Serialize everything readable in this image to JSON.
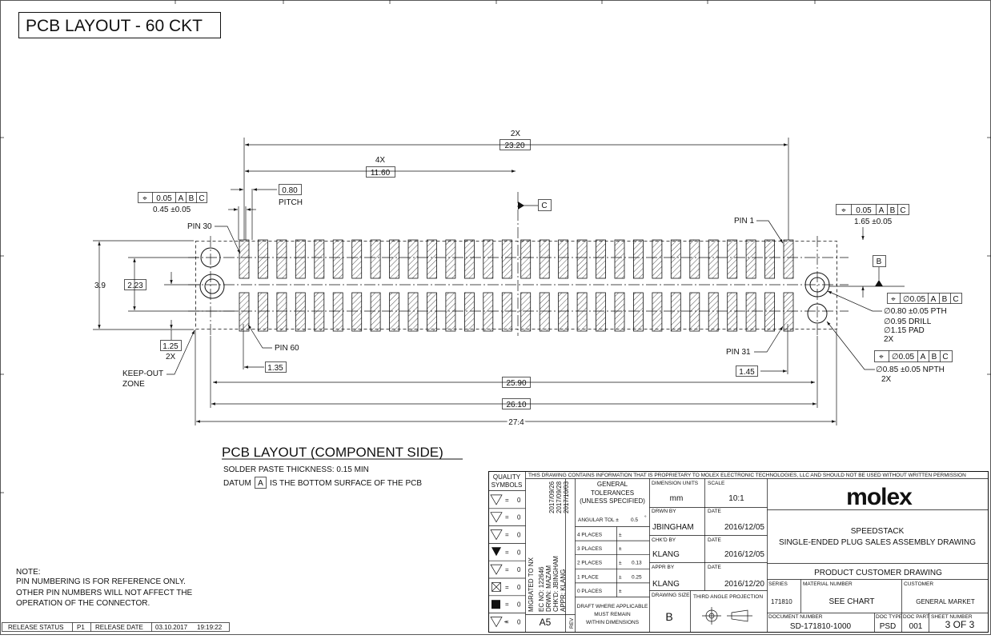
{
  "title": "PCB LAYOUT - 60 CKT",
  "dims": {
    "overall_count": "2X",
    "overall": "23.20",
    "half_count": "4X",
    "half": "11.60",
    "pitch_value": "0.80",
    "pitch_label": "PITCH",
    "pad_fcf": [
      "⌖",
      "0.05",
      "A",
      "B",
      "C"
    ],
    "pad_width": "0.45 ±0.05",
    "datum_c": "C",
    "datum_b": "B",
    "pin30": "PIN 30",
    "pin1": "PIN 1",
    "pin60": "PIN 60",
    "pin31": "PIN 31",
    "hole_fcf": [
      "⌖",
      "0.05",
      "A",
      "B",
      "C"
    ],
    "hole_offset": "1.65 ±0.05",
    "h39": "3.9",
    "h223": "2.23",
    "d125": "1.25",
    "d125_count": "2X",
    "keepout": [
      "KEEP-OUT",
      "ZONE"
    ],
    "d135": "1.35",
    "d145": "1.45",
    "w2590": "25.90",
    "w2610": "26.10",
    "w274": "27.4",
    "pth_fcf": [
      "⌖",
      "∅0.05",
      "A",
      "B",
      "C"
    ],
    "pth_lines": [
      "∅0.80 ±0.05 PTH",
      "∅0.95 DRILL",
      "∅1.15 PAD",
      "2X"
    ],
    "npth_fcf": [
      "⌖",
      "∅0.05",
      "A",
      "B",
      "C"
    ],
    "npth_lines": [
      "∅0.85 ±0.05 NPTH",
      "2X"
    ]
  },
  "section_title": "PCB LAYOUT (COMPONENT SIDE)",
  "solder_note": "SOLDER PASTE THICKNESS: 0.15 MIN",
  "datum_note": [
    "DATUM",
    "A",
    "IS THE BOTTOM SURFACE OF THE PCB"
  ],
  "note": {
    "heading": "NOTE:",
    "lines": [
      "PIN NUMBERING IS FOR REFERENCE ONLY.",
      "OTHER PIN NUMBERS WILL NOT AFFECT THE",
      "OPERATION OF THE CONNECTOR."
    ]
  },
  "release": {
    "status_label": "RELEASE STATUS",
    "status": "P1",
    "date_label": "RELEASE DATE",
    "date": "03.10.2017",
    "time": "19:19:22"
  },
  "title_block": {
    "proprietary": "THIS DRAWING CONTAINS INFORMATION THAT IS PROPRIETARY TO MOLEX ELECTRONIC TECHNOLOGIES, LLC AND SHOULD NOT BE USED WITHOUT WRITTEN PERMISSION",
    "quality_symbols": [
      "QUALITY",
      "SYMBOLS"
    ],
    "quality_values": [
      "0",
      "0",
      "0",
      "0",
      "0",
      "0",
      "0",
      "0"
    ],
    "revision_lines": [
      "MIGRATED TO NX",
      "EC NO: 122646",
      "DRWN: MAZAM",
      "CHK'D: JBINGHAM",
      "APPR: KLANG"
    ],
    "revision_dates": [
      "2017/09/26",
      "2017/09/28",
      "2017/10/03"
    ],
    "revision": "A5",
    "rev_label": "REV",
    "general_tolerances": [
      "GENERAL",
      "TOLERANCES",
      "(UNLESS SPECIFIED)"
    ],
    "angular_tol": "ANGULAR TOL ±",
    "angular_val": "0.5",
    "angular_unit": "°",
    "places": [
      {
        "label": "4 PLACES",
        "pm": "±",
        "val": ""
      },
      {
        "label": "3 PLACES",
        "pm": "±",
        "val": ""
      },
      {
        "label": "2 PLACES",
        "pm": "±",
        "val": "0.13"
      },
      {
        "label": "1 PLACE",
        "pm": "±",
        "val": "0.25"
      },
      {
        "label": "0 PLACES",
        "pm": "±",
        "val": ""
      }
    ],
    "draft_note": [
      "DRAFT WHERE APPLICABLE",
      "MUST REMAIN",
      "WITHIN DIMENSIONS"
    ],
    "dimension_units_label": "DIMENSION UNITS",
    "dimension_units": "mm",
    "scale_label": "SCALE",
    "scale": "10:1",
    "drawn_by_label": "DRWN BY",
    "drawn_by": "JBINGHAM",
    "drawn_date": "2016/12/05",
    "checked_by_label": "CHK'D BY",
    "checked_by": "KLANG",
    "checked_date": "2016/12/05",
    "approved_by_label": "APPR BY",
    "approved_by": "KLANG",
    "approved_date": "2016/12/20",
    "date_label": "DATE",
    "drawing_size_label": "DRAWING SIZE",
    "drawing_size": "B",
    "projection_label": "THIRD ANGLE PROJECTION",
    "logo": "molex",
    "product_line1": "SPEEDSTACK",
    "product_line2": "SINGLE-ENDED PLUG SALES ASSEMBLY DRAWING",
    "drawing_type": "PRODUCT CUSTOMER DRAWING",
    "series_label": "SERIES",
    "series": "171810",
    "material_label": "MATERIAL NUMBER",
    "material": "SEE CHART",
    "customer_label": "CUSTOMER",
    "customer": "GENERAL MARKET",
    "doc_number_label": "DOCUMENT NUMBER",
    "doc_number": "SD-171810-1000",
    "doc_type_label": "DOC TYPE",
    "doc_type": "PSD",
    "doc_part_label": "DOC PART",
    "doc_part": "001",
    "sheet_label": "SHEET NUMBER",
    "sheet": "3 OF 3"
  }
}
